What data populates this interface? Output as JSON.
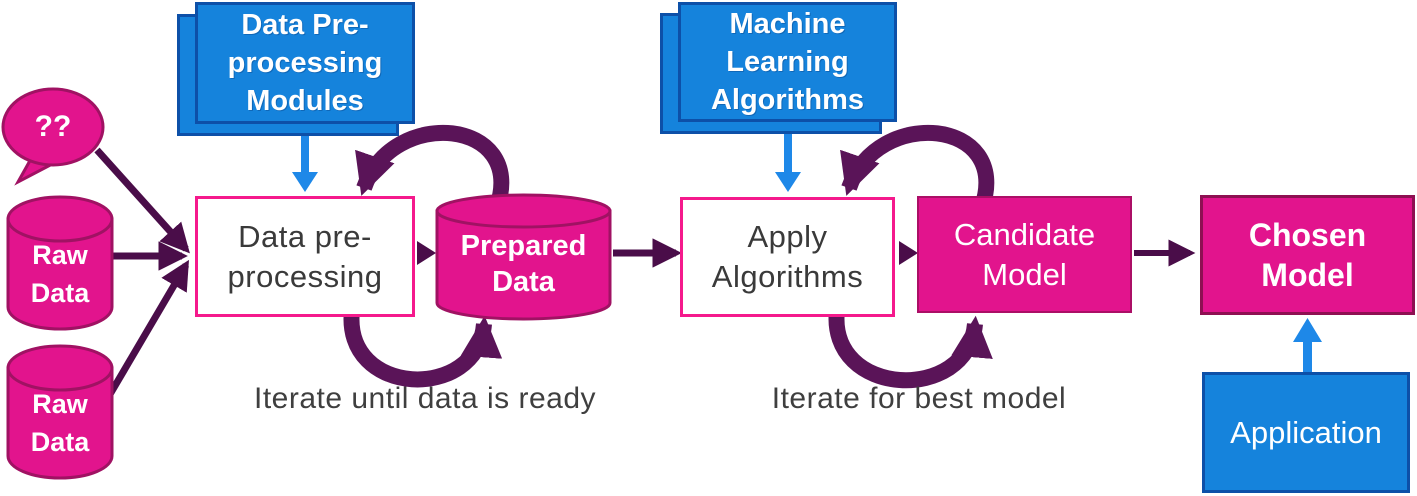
{
  "diagram": {
    "title_hint": "Machine learning workflow diagram",
    "sources": {
      "question_bubble": "??",
      "raw_data_1": "Raw\nData",
      "raw_data_2": "Raw\nData"
    },
    "preprocessing": {
      "modules_label": "Data Pre-\nprocessing\nModules",
      "step_label": "Data pre-\nprocessing",
      "output_label": "Prepared\nData",
      "iterate_caption": "Iterate until data is ready"
    },
    "modeling": {
      "algorithms_label": "Machine\nLearning\nAlgorithms",
      "step_label": "Apply\nAlgorithms",
      "output_label": "Candidate\nModel",
      "iterate_caption": "Iterate for best model"
    },
    "deployment": {
      "chosen_label": "Chosen\nModel",
      "application_label": "Application"
    },
    "colors": {
      "magenta_fill": "#E2148D",
      "magenta_border": "#A01263",
      "candidate_border": "#AB0F66",
      "chosen_border": "#8E1052",
      "pink_box_border": "#F5198C",
      "blue_fill": "#1583DC",
      "blue_border": "#0D50A8",
      "blue_arrow": "#1E88E8",
      "loop_arrow_purple": "#5A1458",
      "thin_arrow_purple": "#4A0D49",
      "caption_text": "#3F3F3F",
      "box_text": "#3A3A3A"
    }
  }
}
